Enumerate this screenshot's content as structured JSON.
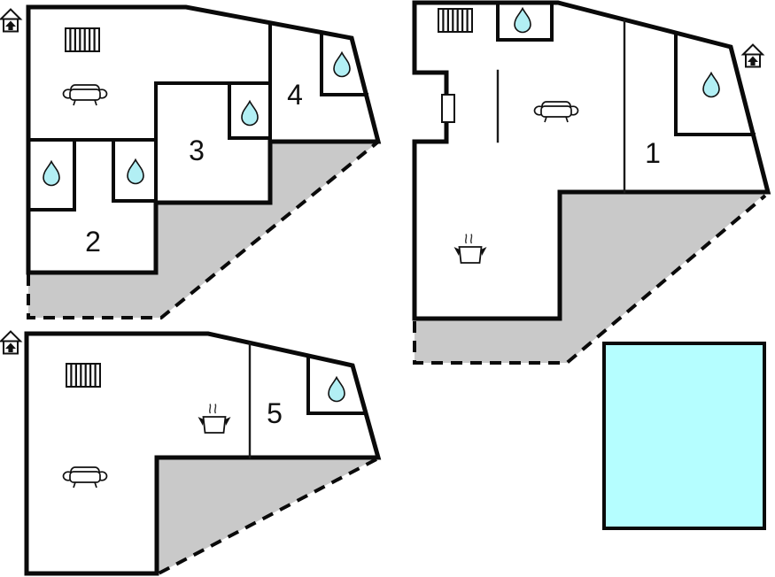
{
  "colors": {
    "water": "#b2eff4",
    "pool": "#b5feff",
    "terrace": "#c9c9c9",
    "wall": "#0a0a0a"
  },
  "plans": [
    {
      "name": "floor-plan-upper-left",
      "rooms": [
        {
          "label": "2"
        },
        {
          "label": "3"
        },
        {
          "label": "4"
        }
      ],
      "icons": [
        "house-entrance-arrow",
        "radiator",
        "sofa",
        "water-drop",
        "water-drop",
        "water-drop",
        "water-drop"
      ]
    },
    {
      "name": "floor-plan-right",
      "rooms": [
        {
          "label": "1"
        }
      ],
      "icons": [
        "radiator",
        "water-drop",
        "house-entrance-arrow",
        "entrance-door",
        "sofa",
        "cooking-pot",
        "water-drop"
      ]
    },
    {
      "name": "floor-plan-lower-left",
      "rooms": [
        {
          "label": "5"
        }
      ],
      "icons": [
        "house-entrance-arrow",
        "radiator",
        "sofa",
        "cooking-pot",
        "water-drop"
      ]
    }
  ],
  "pool": {
    "name": "swimming-pool"
  }
}
